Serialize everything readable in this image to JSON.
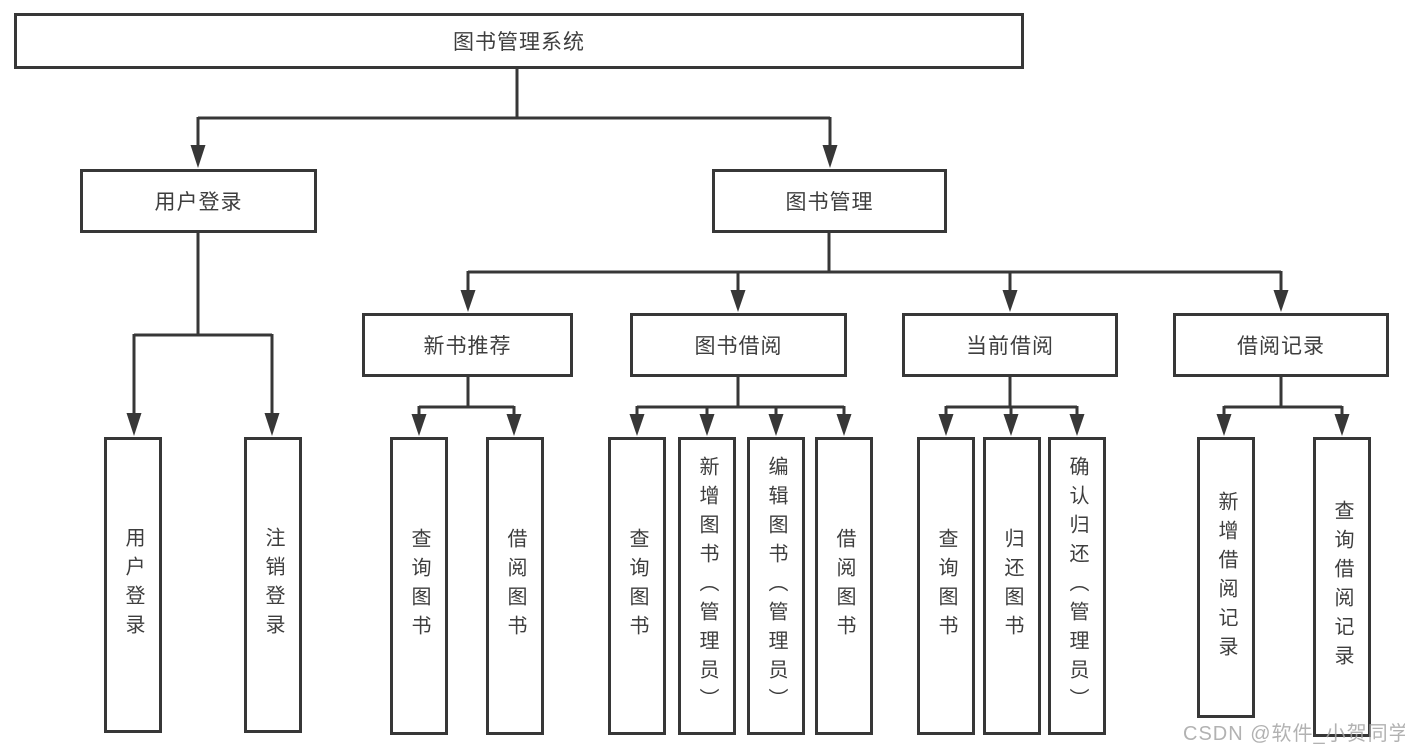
{
  "tree": {
    "root": "图书管理系统",
    "children": [
      {
        "label": "用户登录",
        "children": [
          "用户登录",
          "注销登录"
        ]
      },
      {
        "label": "图书管理",
        "children": [
          {
            "label": "新书推荐",
            "children": [
              "查询图书",
              "借阅图书"
            ]
          },
          {
            "label": "图书借阅",
            "children": [
              "查询图书",
              "新增图书（管理员）",
              "编辑图书（管理员）",
              "借阅图书"
            ]
          },
          {
            "label": "当前借阅",
            "children": [
              "查询图书",
              "归还图书",
              "确认归还（管理员）"
            ]
          },
          {
            "label": "借阅记录",
            "children": [
              "新增借阅记录",
              "查询借阅记录"
            ]
          }
        ]
      }
    ]
  },
  "watermark": "CSDN @软件_小贺同学",
  "colors": {
    "line": "#373737",
    "box_border": "#373737",
    "text": "#3e3e3e",
    "watermark": "#a5a5a5",
    "background": "#ffffff"
  }
}
